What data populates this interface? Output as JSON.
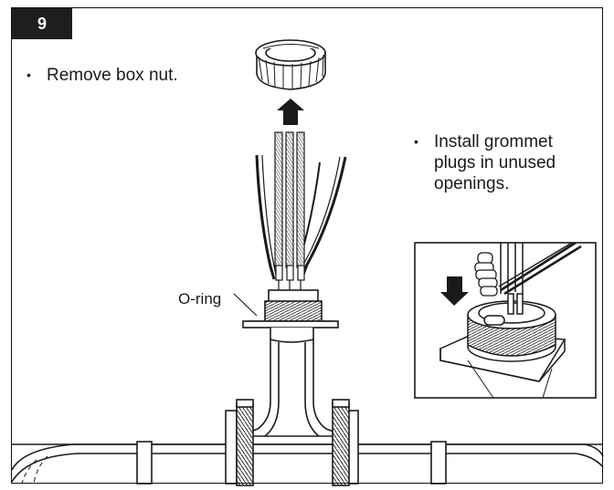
{
  "step": {
    "number": "9"
  },
  "instructions": {
    "remove": "Remove box nut.",
    "install": "Install grommet plugs in unused openings."
  },
  "callouts": {
    "o_ring": "O-ring"
  },
  "bullet_glyph": "•",
  "colors": {
    "ink": "#1a1a1a",
    "badge_bg": "#1e1e1e",
    "badge_text": "#ffffff",
    "inset_fill": "#f2f2f2"
  },
  "icons": [
    "up-arrow-icon",
    "down-arrow-icon",
    "box-nut",
    "grommet-plugs",
    "wire-bundle",
    "pipe-fitting",
    "conduit-box"
  ]
}
